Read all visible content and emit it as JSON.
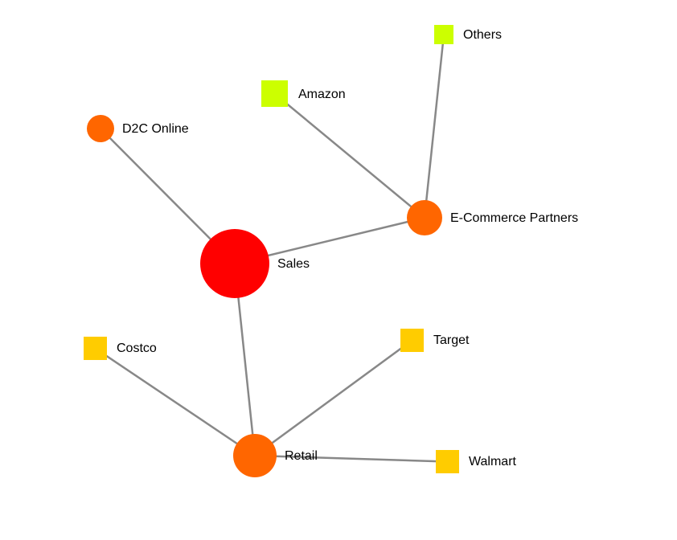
{
  "nodes": {
    "sales": {
      "label": "Sales",
      "shape": "circle",
      "color": "#ff0000"
    },
    "d2c": {
      "label": "D2C Online",
      "shape": "circle",
      "color": "#ff6600"
    },
    "ecommerce": {
      "label": "E-Commerce Partners",
      "shape": "circle",
      "color": "#ff6600"
    },
    "retail": {
      "label": "Retail",
      "shape": "circle",
      "color": "#ff6600"
    },
    "amazon": {
      "label": "Amazon",
      "shape": "square",
      "color": "#ccff00"
    },
    "others": {
      "label": "Others",
      "shape": "square",
      "color": "#ccff00"
    },
    "costco": {
      "label": "Costco",
      "shape": "square",
      "color": "#ffcc00"
    },
    "target": {
      "label": "Target",
      "shape": "square",
      "color": "#ffcc00"
    },
    "walmart": {
      "label": "Walmart",
      "shape": "square",
      "color": "#ffcc00"
    }
  },
  "edges": [
    {
      "from": "sales",
      "to": "d2c"
    },
    {
      "from": "sales",
      "to": "ecommerce"
    },
    {
      "from": "sales",
      "to": "retail"
    },
    {
      "from": "ecommerce",
      "to": "amazon"
    },
    {
      "from": "ecommerce",
      "to": "others"
    },
    {
      "from": "retail",
      "to": "costco"
    },
    {
      "from": "retail",
      "to": "target"
    },
    {
      "from": "retail",
      "to": "walmart"
    }
  ],
  "edge_color": "#888888"
}
